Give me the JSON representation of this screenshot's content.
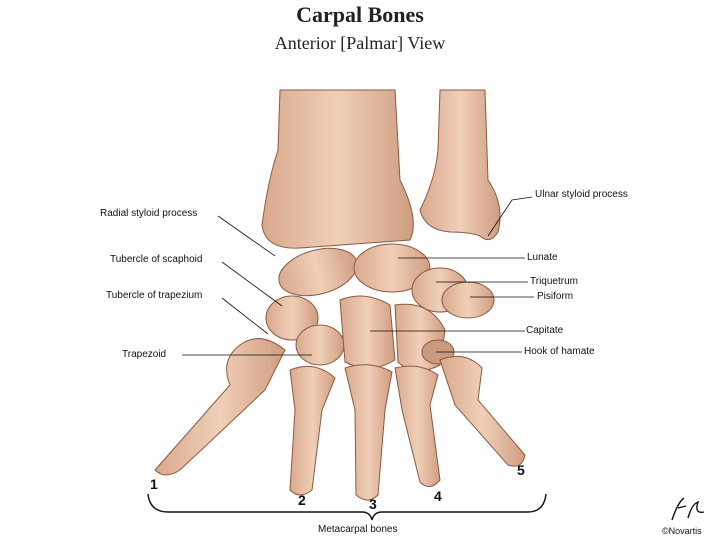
{
  "title": "Carpal Bones",
  "subtitle": "Anterior [Palmar] View",
  "labels": {
    "radial_styloid_process": "Radial styloid process",
    "tubercle_of_scaphoid": "Tubercle of scaphoid",
    "tubercle_of_trapezium": "Tubercle of trapezium",
    "trapezoid": "Trapezoid",
    "ulnar_styloid_process": "Ulnar styloid process",
    "lunate": "Lunate",
    "triquetrum": "Triquetrum",
    "pisiform": "Pisiform",
    "capitate": "Capitate",
    "hook_of_hamate": "Hook of hamate",
    "metacarpal_bones": "Metacarpal bones"
  },
  "metacarpal_numbers": [
    "1",
    "2",
    "3",
    "4",
    "5"
  ],
  "credit": "©Novartis",
  "colors": {
    "bone_fill": "#e6bfa4",
    "bone_shade": "#c99a7c",
    "bone_outline": "#8a5a45",
    "leader_line": "#111111"
  }
}
